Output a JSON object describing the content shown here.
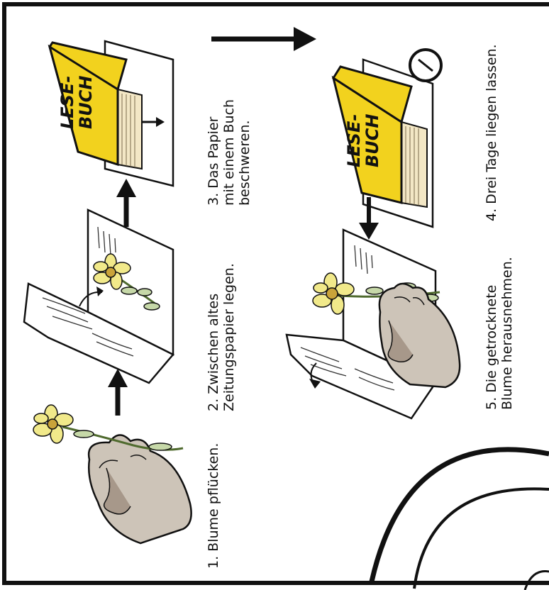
{
  "steps": {
    "step1": {
      "line1": "1. Blume pflücken."
    },
    "step2": {
      "line1": "2. Zwischen altes",
      "line2": "Zeitungspapier legen."
    },
    "step3": {
      "line1": "3. Das Papier",
      "line2": "mit einem Buch",
      "line3": "beschweren."
    },
    "step4": {
      "line1": "4. Drei Tage liegen lassen."
    },
    "step5": {
      "line1": "5. Die getrocknete",
      "line2": "Blume herausnehmen."
    }
  },
  "book": {
    "title_line1": "LESE-",
    "title_line2": "BUCH"
  },
  "colors": {
    "book_cover": "#f2d21e",
    "flower_petal": "#f1e98a",
    "flower_center": "#c9a33a",
    "leaf": "#c6d8a8",
    "hand": "#cdc4b8",
    "hand_shadow": "#a7988a",
    "ink": "#111111",
    "paper": "#ffffff"
  },
  "icons": [
    "arrow-right-icon",
    "arrow-up-icon",
    "arrow-down-icon",
    "clock-icon",
    "flower-icon",
    "hand-icon",
    "book-icon"
  ]
}
